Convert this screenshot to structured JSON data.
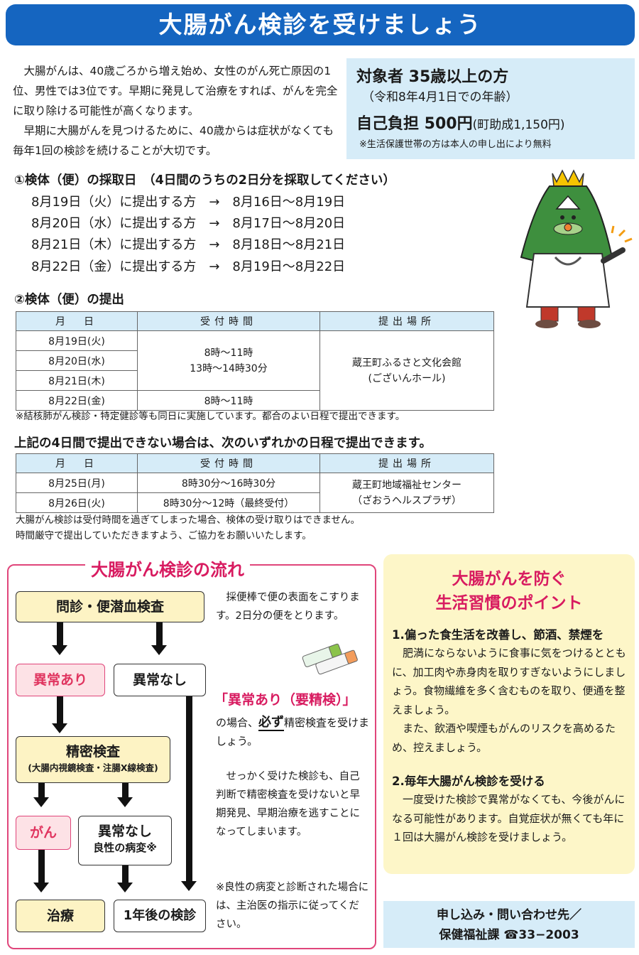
{
  "title": "大腸がん検診を受けましょう",
  "intro": {
    "p1": "大腸がんは、40歳ごろから増え始め、女性のがん死亡原因の1位、男性では3位です。早期に発見して治療をすれば、がんを完全に取り除ける可能性が高くなります。",
    "p2": "早期に大腸がんを見つけるために、40歳からは症状がなくても毎年1回の検診を続けることが大切です。"
  },
  "target": {
    "line1": "対象者 35歳以上の方",
    "line2": "（令和8年4月1日での年齢）",
    "line3": "自己負担 500円",
    "line3_sub": "(町助成1,150円)",
    "note": "※生活保護世帯の方は本人の申し出により無料"
  },
  "collection": {
    "heading": "①検体（便）の採取日　（4日間のうちの2日分を採取してください）",
    "rows": [
      "8月19日（火）に提出する方　→　8月16日〜8月19日",
      "8月20日（水）に提出する方　→　8月17日〜8月20日",
      "8月21日（木）に提出する方　→　8月18日〜8月21日",
      "8月22日（金）に提出する方　→　8月19日〜8月22日"
    ]
  },
  "submission": {
    "heading": "②検体（便）の提出",
    "headers": [
      "月　日",
      "受付時間",
      "提出場所"
    ],
    "dates": [
      "8月19日(火)",
      "8月20日(水)",
      "8月21日(木)",
      "8月22日(金)"
    ],
    "time_a1": "8時〜11時",
    "time_a2": "13時〜14時30分",
    "time_b": "8時〜11時",
    "place1": "蔵王町ふるさと文化会館",
    "place2": "(ございんホール)",
    "note": "※結核肺がん検診・特定健診等も同日に実施しています。都合のよい日程で提出できます。"
  },
  "alternative": {
    "heading": "上記の4日間で提出できない場合は、次のいずれかの日程で提出できます。",
    "headers": [
      "月　日",
      "受付時間",
      "提出場所"
    ],
    "rows": [
      {
        "date": "8月25日(月)",
        "time": "8時30分〜16時30分"
      },
      {
        "date": "8月26日(火)",
        "time": "8時30分〜12時（最終受付）"
      }
    ],
    "place1": "蔵王町地域福祉センター",
    "place2": "（ざおうヘルスプラザ）",
    "note1": "大腸がん検診は受付時間を過ぎてしまった場合、検体の受け取りはできません。",
    "note2": "時間厳守で提出していただきますよう、ご協力をお願いいたします。"
  },
  "flow": {
    "title": "大腸がん検診の流れ",
    "step1": "問診・便潜血検査",
    "abnormal": "異常あり",
    "normal": "異常なし",
    "detail": "精密検査",
    "detail_sub": "(大腸内視鏡検査・注腸X線検査)",
    "cancer": "がん",
    "benign1": "異常なし",
    "benign2": "良性の病変※",
    "treatment": "治療",
    "next_year": "1年後の検診",
    "text1": "採便棒で便の表面をこすります。2日分の便をとります。",
    "highlight": "「異常あり（要精検）」",
    "text2a": "の場合、",
    "text2b": "必ず",
    "text2c": "精密検査を受けましょう。",
    "text3": "せっかく受けた検診も、自己判断で精密検査を受けないと早期発見、早期治療を逃すことになってしまいます。",
    "text4": "※良性の病変と診断された場合には、主治医の指示に従ってください。"
  },
  "tips": {
    "title1": "大腸がんを防ぐ",
    "title2": "生活習慣のポイント",
    "h1": "1.偏った食生活を改善し、節酒、禁煙を",
    "p1a": "肥満にならないように食事に気をつけるとともに、加工肉や赤身肉を取りすぎないようにしましょう。食物繊維を多く含むものを取り、便通を整えましょう。",
    "p1b": "また、飲酒や喫煙もがんのリスクを高めるため、控えましょう。",
    "h2": "2.毎年大腸がん検診を受ける",
    "p2": "一度受けた検診で異常がなくても、今後がんになる可能性があります。自覚症状が無くても年に１回は大腸がん検診を受けましょう。"
  },
  "contact": {
    "line1": "申し込み・問い合わせ先／",
    "line2": "保健福祉課 ☎33−2003"
  },
  "colors": {
    "banner": "#1565c0",
    "accent": "#d81b60",
    "light_blue": "#d6ecf8",
    "cream": "#fdf6c8"
  },
  "illustrations": [
    "mascot-doctor-icon",
    "stool-sample-kit-icon"
  ]
}
